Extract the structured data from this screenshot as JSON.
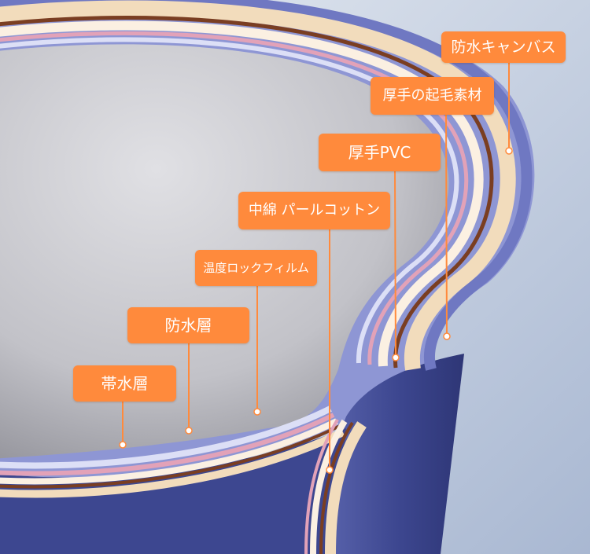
{
  "labels": {
    "canvas": "防水キャンバス",
    "plush": "厚手の起毛素材",
    "pvc": "厚手PVC",
    "cotton": "中綿 パールコットン",
    "film": "温度ロックフィルム",
    "waterproof": "防水層",
    "band": "帯水層"
  },
  "colors": {
    "callout": "#ff8a3c",
    "canvas_outer": "#3f4a8e",
    "canvas_light": "#8e96d4",
    "plush": "#f2dcbc",
    "pvc": "#7a3e22",
    "cotton": "#fbf0e2",
    "film": "#e2a2b8",
    "waterproof": "#c9cdf0",
    "interior": "#c6c6cc"
  }
}
